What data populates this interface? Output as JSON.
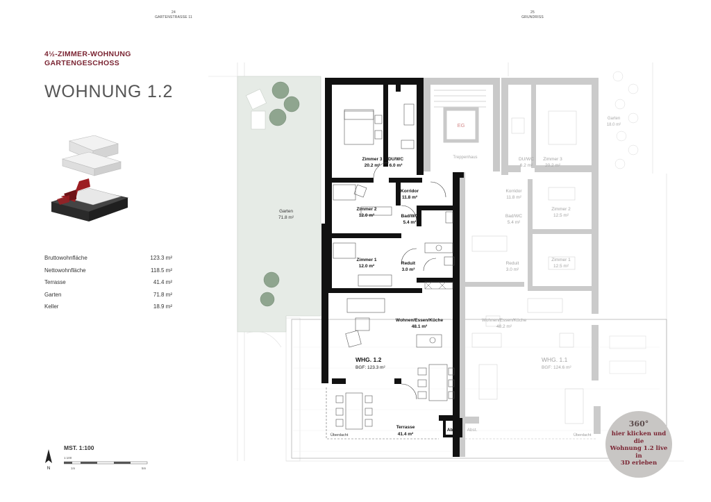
{
  "header": {
    "left_page_number": "24",
    "left_page_title": "GARTENSTRASSE 11",
    "right_page_number": "25",
    "right_page_title": "GRUNDRISS"
  },
  "unit": {
    "subtitle_line1": "4½-ZIMMER-WOHNUNG",
    "subtitle_line2": "GARTENGESCHOSS",
    "title": "WOHNUNG 1.2"
  },
  "areas": [
    {
      "label": "Bruttowohnfläche",
      "value": "123.3 m²"
    },
    {
      "label": "Nettowohnfläche",
      "value": "118.5 m²"
    },
    {
      "label": "Terrasse",
      "value": "41.4 m²"
    },
    {
      "label": "Garten",
      "value": "71.8 m²"
    },
    {
      "label": "Keller",
      "value": "18.9 m²"
    }
  ],
  "scale": {
    "label": "MST. 1:100",
    "ratio": "1:100",
    "tick_start": "1m",
    "tick_end": "5m",
    "north": "N"
  },
  "plan": {
    "eg": "EG",
    "treppenhaus": "Treppenhaus",
    "garten_left_name": "Garten",
    "garten_left_area": "71.8 m²",
    "garten_right_name": "Garten",
    "garten_right_area": "18.0 m²",
    "rooms_12": [
      {
        "name": "Zimmer 3",
        "area": "20.2 m²"
      },
      {
        "name": "DU/WC",
        "area": "6.0 m²"
      },
      {
        "name": "Korridor",
        "area": "11.8 m²"
      },
      {
        "name": "Zimmer 2",
        "area": "12.0 m²"
      },
      {
        "name": "Bad/WC",
        "area": "5.4 m²"
      },
      {
        "name": "Zimmer 1",
        "area": "12.0 m²"
      },
      {
        "name": "Reduit",
        "area": "3.0 m²"
      },
      {
        "name": "Wohnen/Essen/Küche",
        "area": "48.1 m²"
      },
      {
        "name": "Terrasse",
        "area": "41.4 m²"
      }
    ],
    "rooms_11": [
      {
        "name": "DU/WC",
        "area": "6.2 m²"
      },
      {
        "name": "Zimmer 3",
        "area": "20.2 m²"
      },
      {
        "name": "Korridor",
        "area": "11.8 m²"
      },
      {
        "name": "Zimmer 2",
        "area": "12.5 m²"
      },
      {
        "name": "Bad/WC",
        "area": "5.4 m²"
      },
      {
        "name": "Zimmer 1",
        "area": "12.5 m²"
      },
      {
        "name": "Reduit",
        "area": "3.0 m²"
      },
      {
        "name": "Wohnen/Essen/Küche",
        "area": "48.2 m²"
      }
    ],
    "whg12_name": "WHG. 1.2",
    "whg12_bgf": "BGF: 123.3 m²",
    "whg11_name": "WHG. 1.1",
    "whg11_bgf": "BGF: 124.6 m²",
    "ueberdacht": "Überdacht",
    "abst": "Abst.",
    "colors": {
      "highlight_wall": "#111111",
      "ghost_wall": "#c7c7c7",
      "garden": "#e6ebe6",
      "tree": "#8fa58f",
      "accent": "#7a2432"
    }
  },
  "badge": {
    "icon_label": "360°",
    "line1": "hier klicken und die",
    "line2": "Wohnung 1.2 live in",
    "line3": "3D erleben"
  }
}
